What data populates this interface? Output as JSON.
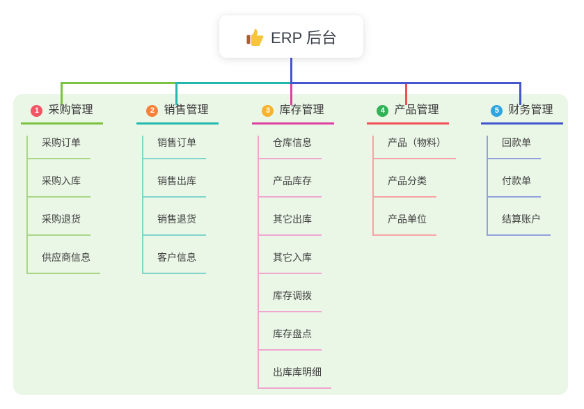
{
  "root": {
    "label": "ERP 后台",
    "icon": "thumbs-up-icon"
  },
  "canvas": {
    "background": "#ffffff",
    "panel_background": "#eaf6e6"
  },
  "connector": {
    "root_line_color": "#4355d0"
  },
  "branches": [
    {
      "index": "1",
      "label": "采购管理",
      "badge_color": "#f25565",
      "line_color": "#7cc241",
      "child_line_color": "#a9d687",
      "children": [
        "采购订单",
        "采购入库",
        "采购退货",
        "供应商信息"
      ]
    },
    {
      "index": "2",
      "label": "销售管理",
      "badge_color": "#f6813b",
      "line_color": "#23b8ad",
      "child_line_color": "#82d5cd",
      "children": [
        "销售订单",
        "销售出库",
        "销售退货",
        "客户信息"
      ]
    },
    {
      "index": "3",
      "label": "库存管理",
      "badge_color": "#f7b32b",
      "line_color": "#dd3fa2",
      "child_line_color": "#efa6cf",
      "children": [
        "仓库信息",
        "产品库存",
        "其它出库",
        "其它入库",
        "库存调拨",
        "库存盘点",
        "出库库明细"
      ]
    },
    {
      "index": "4",
      "label": "产品管理",
      "badge_color": "#2fb356",
      "line_color": "#f14e55",
      "child_line_color": "#f8a2a6",
      "children": [
        "产品（物料）",
        "产品分类",
        "产品单位"
      ]
    },
    {
      "index": "5",
      "label": "财务管理",
      "badge_color": "#31a5e0",
      "line_color": "#4355d0",
      "child_line_color": "#93a2dd",
      "children": [
        "回款单",
        "付款单",
        "结算账户"
      ]
    }
  ]
}
